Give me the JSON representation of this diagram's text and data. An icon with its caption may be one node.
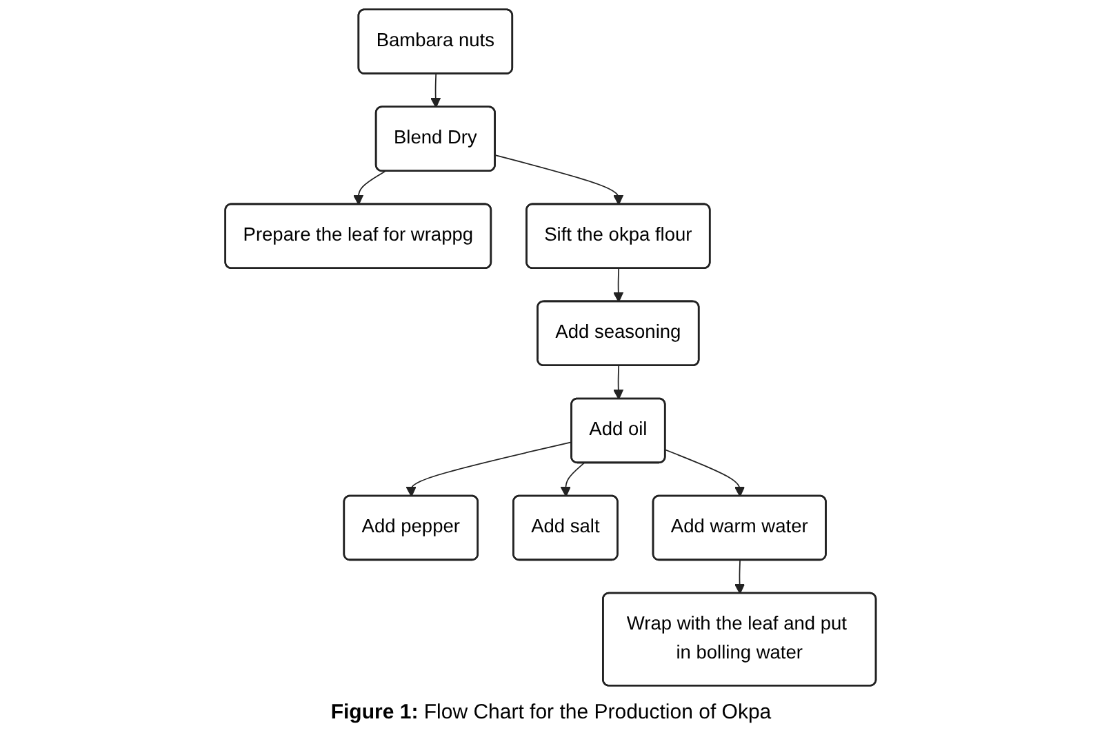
{
  "diagram": {
    "caption": "**Figure 1:** Flow Chart for the Production of Okpa",
    "nodes": [
      {
        "text": [
          "Bambara nuts"
        ]
      },
      {
        "text": [
          "Blend Dry"
        ]
      },
      {
        "text": [
          "Prepare the leaf for wrappg"
        ]
      },
      {
        "text": [
          "Sift the okpa flour"
        ]
      },
      {
        "text": [
          "Add seasoning"
        ]
      },
      {
        "text": [
          "Add oil"
        ]
      },
      {
        "text": [
          "Add pepper"
        ]
      },
      {
        "text": [
          "Add salt"
        ]
      },
      {
        "text": [
          "Add warm water"
        ]
      },
      {
        "text": [
          "Wrap with the leaf and put in bolling water"
        ]
      }
    ],
    "edges": [
      {
        "from": 0,
        "to": 1,
        "arrow": "to"
      },
      {
        "from": 1,
        "to": 2,
        "arrow": "to"
      },
      {
        "from": 1,
        "to": 3,
        "arrow": "to"
      },
      {
        "from": 3,
        "to": 4,
        "arrow": "to"
      },
      {
        "from": 4,
        "to": 5,
        "arrow": "to"
      },
      {
        "from": 5,
        "to": 6,
        "arrow": "to"
      },
      {
        "from": 5,
        "to": 7,
        "arrow": "to"
      },
      {
        "from": 5,
        "to": 8,
        "arrow": "to"
      },
      {
        "from": 8,
        "to": 9,
        "arrow": "to"
      }
    ]
  }
}
